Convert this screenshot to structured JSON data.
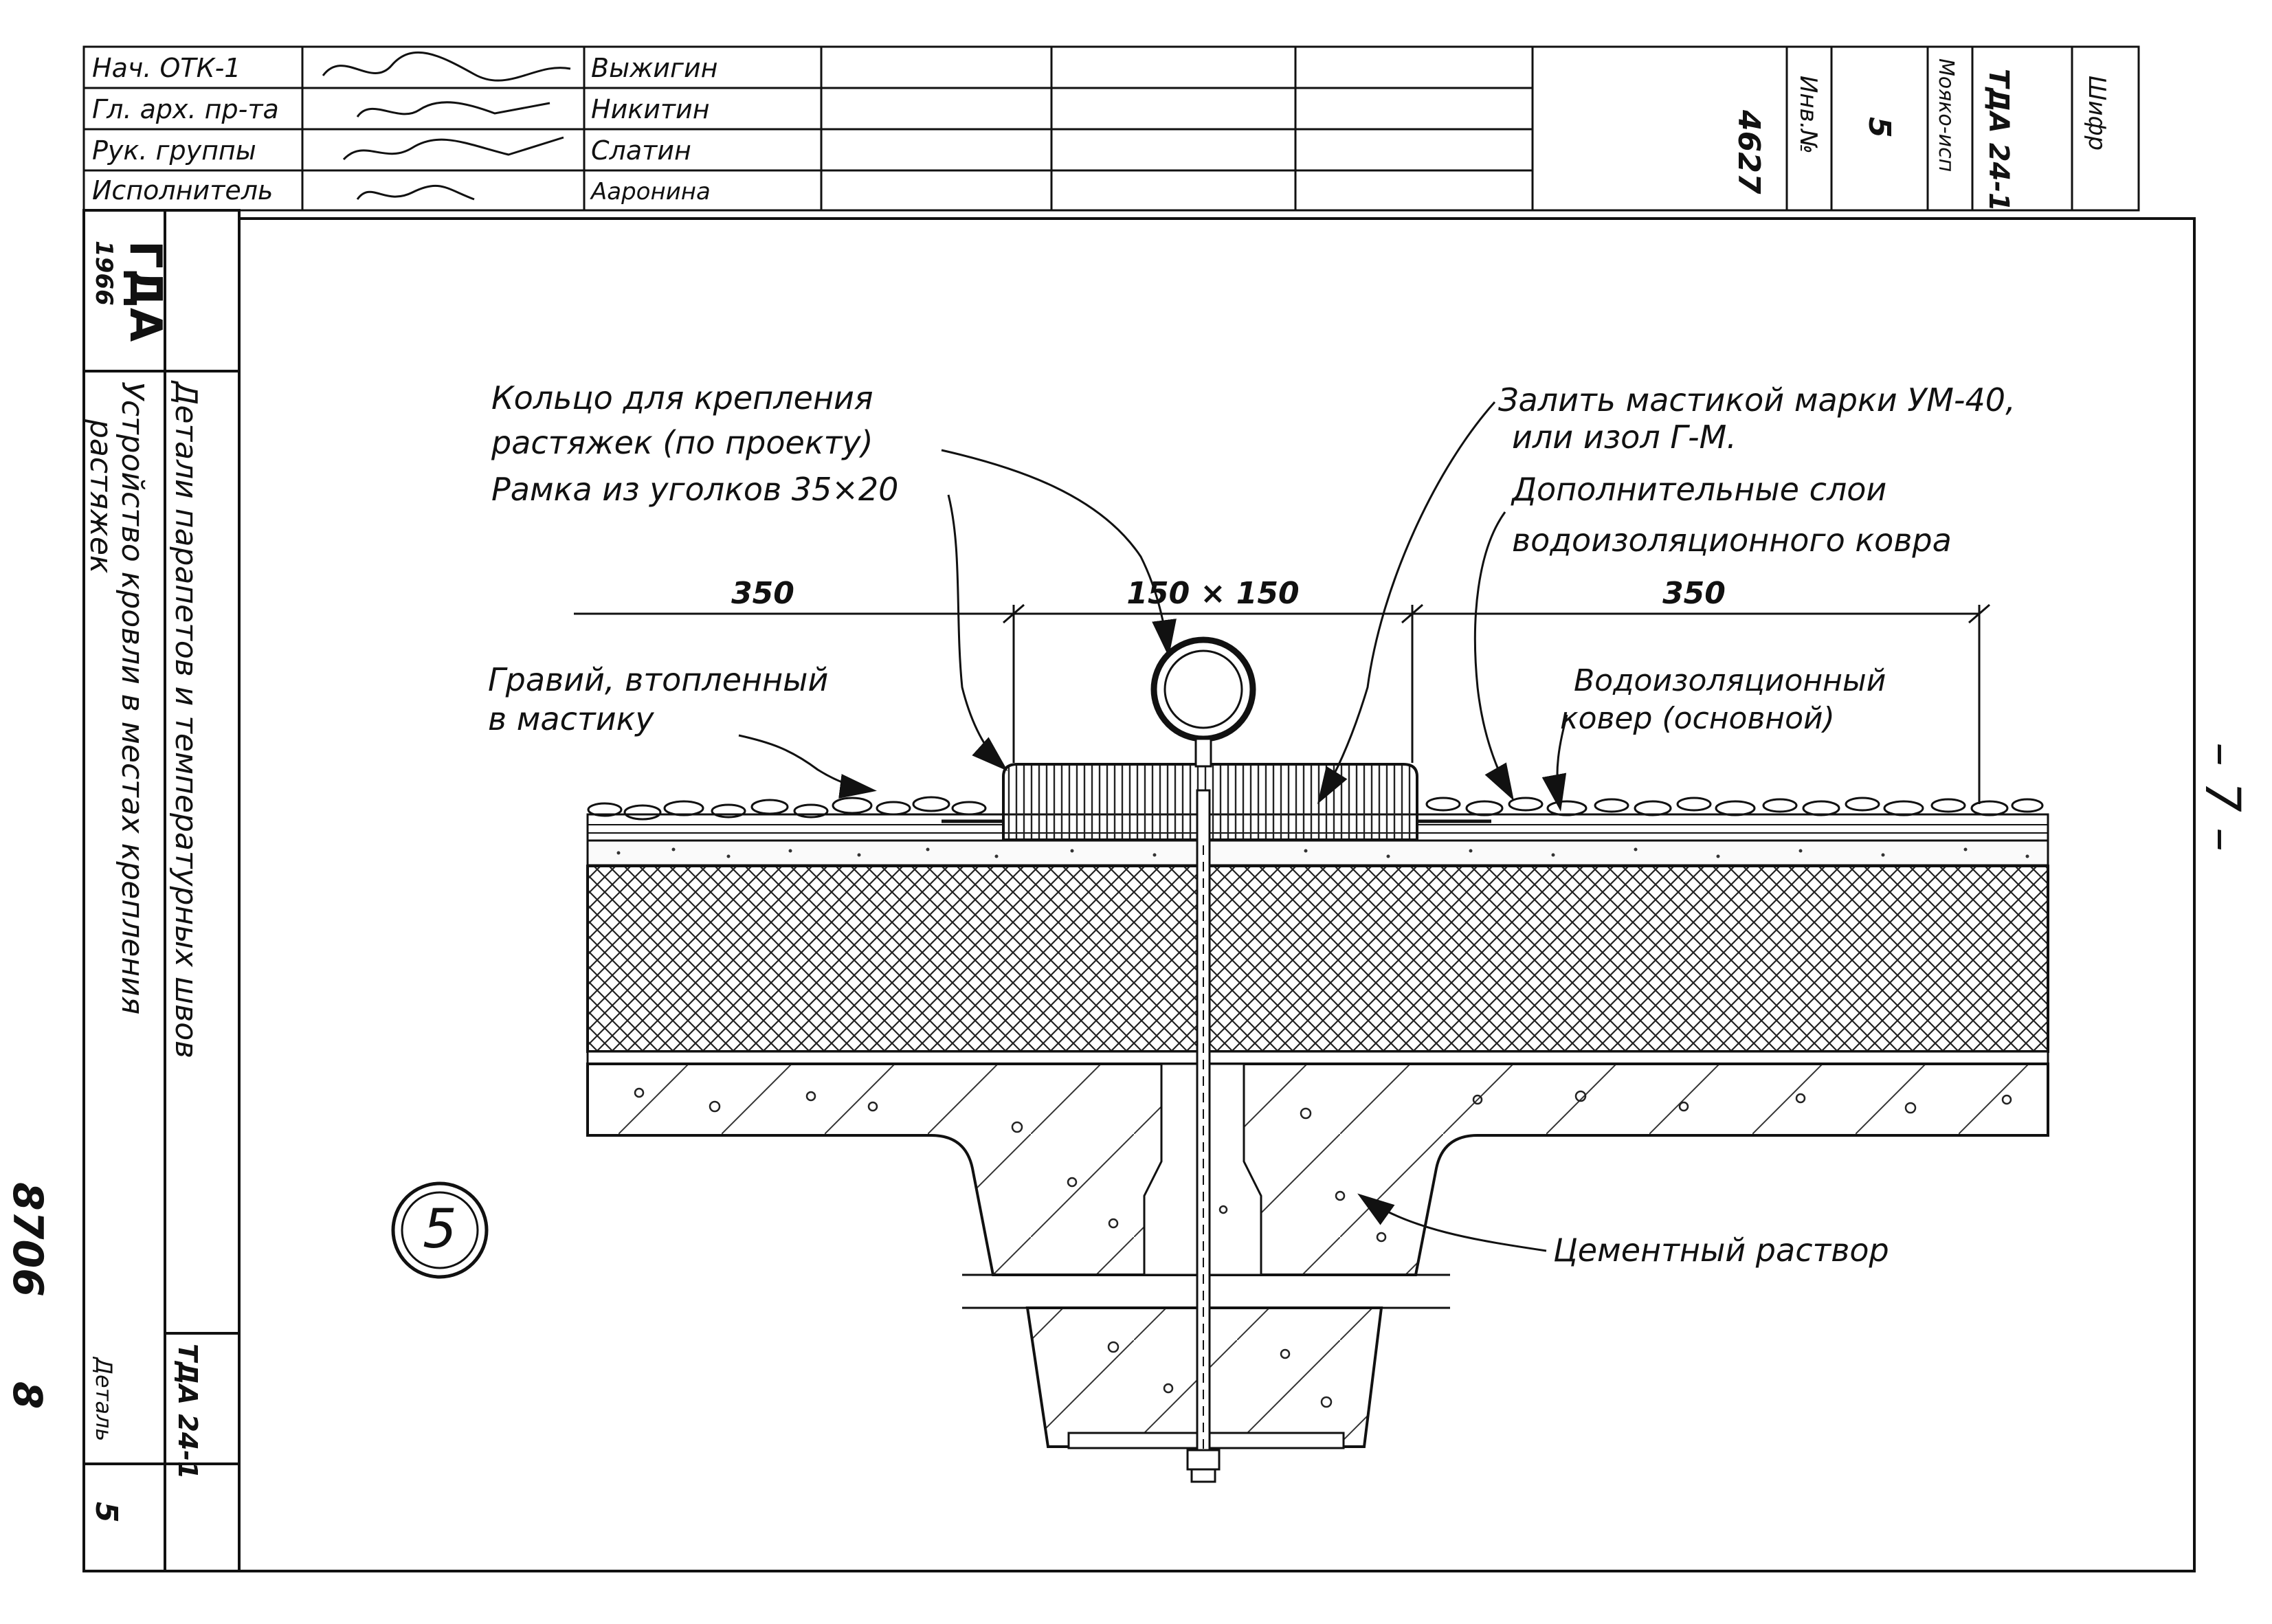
{
  "title_block": {
    "roles": [
      "Нач. ОТК-1",
      "Гл. арх. пр-та",
      "Рук. группы",
      "Исполнитель"
    ],
    "names": [
      "Выжигин",
      "Никитин",
      "Слатин",
      "Ааронина"
    ],
    "inventory_number": "4627",
    "inventory_label": "Инв.№",
    "sheet_number": "5",
    "album_label": "Мояко-исп",
    "code": "ТДА 24-1",
    "cipher_label": "Шифр"
  },
  "side_stamp": {
    "logo": "ГДА",
    "year": "1966",
    "title_line_1": "Детали парапетов и температурных швов",
    "title_line_2": "Устройство кровли в местах крепления",
    "title_line_3": "растяжек",
    "code": "ТДА 24-1",
    "detail_label": "Деталь",
    "detail_number": "5"
  },
  "drawing": {
    "callouts": {
      "ring_line1": "Кольцо для крепления",
      "ring_line2": "растяжек (по проекту)",
      "frame": "Рамка из уголков 35×20",
      "fill_line1": "Залить мастикой марки УМ-40,",
      "fill_line2": "или изол Г-М.",
      "extra_line1": "Дополнительные слои",
      "extra_line2": "водоизоляционного ковра",
      "gravel_line1": "Гравий, втопленный",
      "gravel_line2": "в мастику",
      "carpet_line1": "Водоизоляционный",
      "carpet_line2": "ковер (основной)",
      "mortar": "Цементный раствор"
    },
    "dimensions": {
      "left": "350",
      "center": "150 × 150",
      "right": "350"
    },
    "detail_marker": "5"
  },
  "page_number": "– 7 –",
  "archive_number": "8706",
  "archive_sub": "8"
}
